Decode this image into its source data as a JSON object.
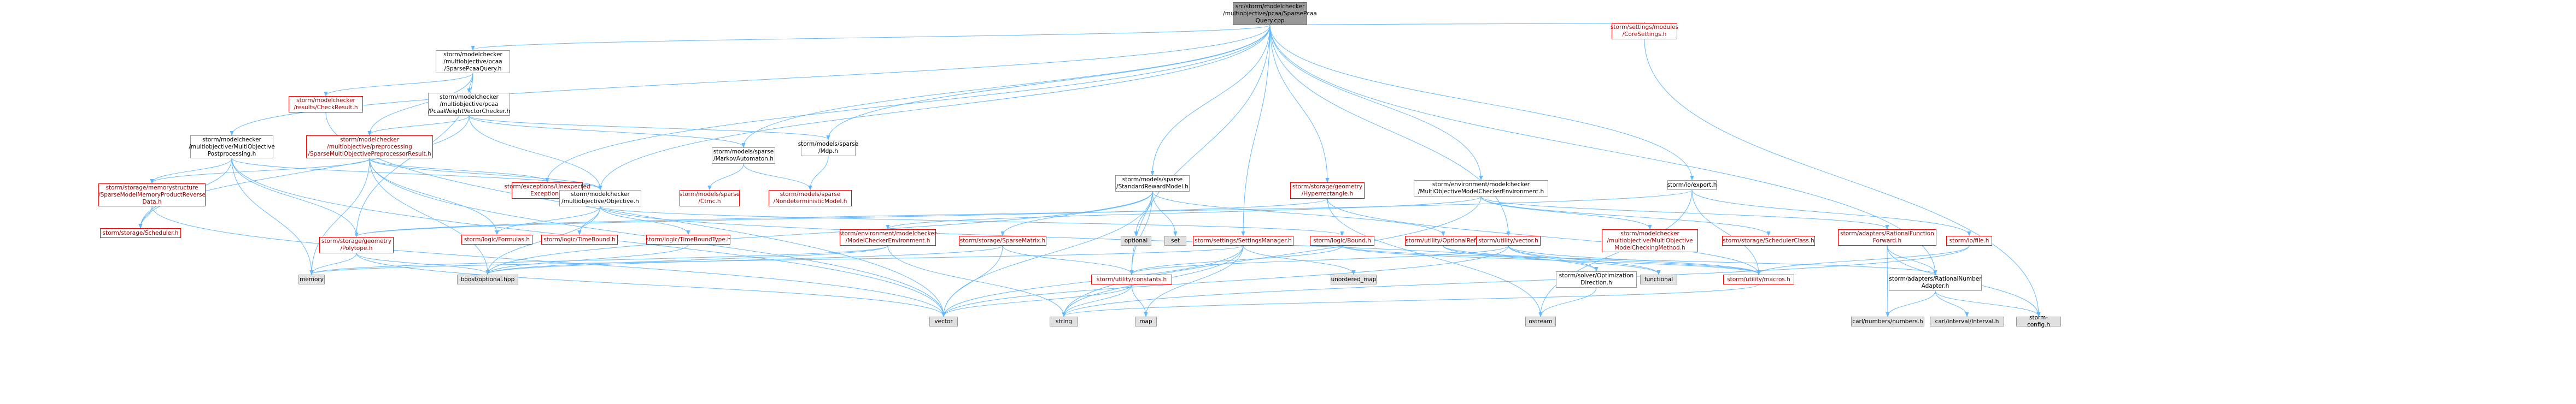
{
  "colors": {
    "edge": "#63b8ff",
    "root_fill": "#999999",
    "grey_fill": "#e0e0e0",
    "red_border": "#ff0000",
    "red_text": "#9c0000",
    "normal_border": "#999999"
  },
  "nodes": [
    {
      "id": "root",
      "label": "src/storm/modelchecker\n/multiobjective/pcaa/SparsePcaa\nQuery.cpp",
      "style": "root"
    },
    {
      "id": "sparsepcaaquery",
      "label": "storm/modelchecker\n/multiobjective/pcaa\n/SparsePcaaQuery.h",
      "style": "normal"
    },
    {
      "id": "checkresult",
      "label": "storm/modelchecker\n/results/CheckResult.h",
      "style": "red"
    },
    {
      "id": "pcaaweightvec",
      "label": "storm/modelchecker\n/multiobjective/pcaa\n/PcaaWeightVectorChecker.h",
      "style": "normal"
    },
    {
      "id": "mopost",
      "label": "storm/modelchecker\n/multiobjective/MultiObjective\nPostprocessing.h",
      "style": "normal"
    },
    {
      "id": "preprocresult",
      "label": "storm/modelchecker\n/multiobjective/preprocessing\n/SparseMultiObjectivePreprocessorResult.h",
      "style": "red"
    },
    {
      "id": "markovauto",
      "label": "storm/models/sparse\n/MarkovAutomaton.h",
      "style": "normal"
    },
    {
      "id": "mdp",
      "label": "storm/models/sparse\n/Mdp.h",
      "style": "normal"
    },
    {
      "id": "unexpectedex",
      "label": "storm/exceptions/Unexpected\nException.h",
      "style": "red"
    },
    {
      "id": "stdreward",
      "label": "storm/models/sparse\n/StandardRewardModel.h",
      "style": "normal"
    },
    {
      "id": "hyperrect",
      "label": "storm/storage/geometry\n/Hyperrectangle.h",
      "style": "red"
    },
    {
      "id": "moenv",
      "label": "storm/environment/modelchecker\n/MultiObjectiveModelCheckerEnvironment.h",
      "style": "normal"
    },
    {
      "id": "ioexport",
      "label": "storm/io/export.h",
      "style": "normal"
    },
    {
      "id": "coresettings",
      "label": "storm/settings/modules\n/CoreSettings.h",
      "style": "red"
    },
    {
      "id": "memreverse",
      "label": "storm/storage/memorystructure\n/SparseModelMemoryProductReverse\nData.h",
      "style": "red"
    },
    {
      "id": "scheduler",
      "label": "storm/storage/Scheduler.h",
      "style": "red"
    },
    {
      "id": "objective",
      "label": "storm/modelchecker\n/multiobjective/Objective.h",
      "style": "normal"
    },
    {
      "id": "ctmc",
      "label": "storm/models/sparse\n/Ctmc.h",
      "style": "red"
    },
    {
      "id": "nondet",
      "label": "storm/models/sparse\n/NondeterministicModel.h",
      "style": "red"
    },
    {
      "id": "polytope",
      "label": "storm/storage/geometry\n/Polytope.h",
      "style": "red"
    },
    {
      "id": "formulas",
      "label": "storm/logic/Formulas.h",
      "style": "red"
    },
    {
      "id": "timebound",
      "label": "storm/logic/TimeBound.h",
      "style": "red"
    },
    {
      "id": "timeboundtype",
      "label": "storm/logic/TimeBoundType.h",
      "style": "red"
    },
    {
      "id": "mcenv",
      "label": "storm/environment/modelchecker\n/ModelCheckerEnvironment.h",
      "style": "red"
    },
    {
      "id": "sparsematrix",
      "label": "storm/storage/SparseMatrix.h",
      "style": "red"
    },
    {
      "id": "optional",
      "label": "optional",
      "style": "grey"
    },
    {
      "id": "set",
      "label": "set",
      "style": "grey"
    },
    {
      "id": "settingsmgr",
      "label": "storm/settings/SettingsManager.h",
      "style": "red"
    },
    {
      "id": "logicbound",
      "label": "storm/logic/Bound.h",
      "style": "red"
    },
    {
      "id": "optionalref",
      "label": "storm/utility/OptionalRef.h",
      "style": "red"
    },
    {
      "id": "utilvector",
      "label": "storm/utility/vector.h",
      "style": "red"
    },
    {
      "id": "mcmethod",
      "label": "storm/modelchecker\n/multiobjective/MultiObjective\nModelCheckingMethod.h",
      "style": "red"
    },
    {
      "id": "schedclass",
      "label": "storm/storage/SchedulerClass.h",
      "style": "red"
    },
    {
      "id": "ratfunc",
      "label": "storm/adapters/RationalFunction\nForward.h",
      "style": "red"
    },
    {
      "id": "iofile",
      "label": "storm/io/file.h",
      "style": "red"
    },
    {
      "id": "memory",
      "label": "memory",
      "style": "grey"
    },
    {
      "id": "boostopt",
      "label": "boost/optional.hpp",
      "style": "grey"
    },
    {
      "id": "constants",
      "label": "storm/utility/constants.h",
      "style": "red"
    },
    {
      "id": "unorderedmap",
      "label": "unordered_map",
      "style": "grey"
    },
    {
      "id": "optdir",
      "label": "storm/solver/Optimization\nDirection.h",
      "style": "normal"
    },
    {
      "id": "functional",
      "label": "functional",
      "style": "grey"
    },
    {
      "id": "macros",
      "label": "storm/utility/macros.h",
      "style": "red"
    },
    {
      "id": "ratnum",
      "label": "storm/adapters/RationalNumber\nAdapter.h",
      "style": "normal"
    },
    {
      "id": "vector",
      "label": "vector",
      "style": "grey"
    },
    {
      "id": "string",
      "label": "string",
      "style": "grey"
    },
    {
      "id": "map",
      "label": "map",
      "style": "grey"
    },
    {
      "id": "ostream",
      "label": "ostream",
      "style": "grey"
    },
    {
      "id": "carlnumbers",
      "label": "carl/numbers/numbers.h",
      "style": "grey"
    },
    {
      "id": "carlinterval",
      "label": "carl/interval/Interval.h",
      "style": "grey"
    },
    {
      "id": "stormconfig",
      "label": "storm-config.h",
      "style": "grey"
    }
  ],
  "edges": [
    [
      "root",
      "sparsepcaaquery"
    ],
    [
      "root",
      "mopost"
    ],
    [
      "root",
      "objective"
    ],
    [
      "root",
      "unexpectedex"
    ],
    [
      "root",
      "markovauto"
    ],
    [
      "root",
      "mdp"
    ],
    [
      "root",
      "stdreward"
    ],
    [
      "root",
      "settingsmgr"
    ],
    [
      "root",
      "hyperrect"
    ],
    [
      "root",
      "moenv"
    ],
    [
      "root",
      "ioexport"
    ],
    [
      "root",
      "coresettings"
    ],
    [
      "root",
      "constants"
    ],
    [
      "root",
      "utilvector"
    ],
    [
      "root",
      "ratnum"
    ],
    [
      "sparsepcaaquery",
      "checkresult"
    ],
    [
      "sparsepcaaquery",
      "pcaaweightvec"
    ],
    [
      "sparsepcaaquery",
      "preprocresult"
    ],
    [
      "sparsepcaaquery",
      "polytope"
    ],
    [
      "checkresult",
      "vector"
    ],
    [
      "pcaaweightvec",
      "preprocresult"
    ],
    [
      "pcaaweightvec",
      "objective"
    ],
    [
      "pcaaweightvec",
      "markovauto"
    ],
    [
      "pcaaweightvec",
      "mdp"
    ],
    [
      "pcaaweightvec",
      "scheduler"
    ],
    [
      "mopost",
      "memreverse"
    ],
    [
      "mopost",
      "objective"
    ],
    [
      "mopost",
      "polytope"
    ],
    [
      "mopost",
      "scheduler"
    ],
    [
      "mopost",
      "memory"
    ],
    [
      "mopost",
      "vector"
    ],
    [
      "preprocresult",
      "memreverse"
    ],
    [
      "preprocresult",
      "objective"
    ],
    [
      "preprocresult",
      "unexpectedex"
    ],
    [
      "preprocresult",
      "formulas"
    ],
    [
      "preprocresult",
      "boostopt"
    ],
    [
      "preprocresult",
      "vector"
    ],
    [
      "preprocresult",
      "memory"
    ],
    [
      "markovauto",
      "ctmc"
    ],
    [
      "markovauto",
      "nondet"
    ],
    [
      "mdp",
      "nondet"
    ],
    [
      "memreverse",
      "scheduler"
    ],
    [
      "memreverse",
      "vector"
    ],
    [
      "objective",
      "formulas"
    ],
    [
      "objective",
      "timebound"
    ],
    [
      "objective",
      "timeboundtype"
    ],
    [
      "objective",
      "boostopt"
    ],
    [
      "objective",
      "optdir"
    ],
    [
      "objective",
      "logicbound"
    ],
    [
      "stdreward",
      "sparsematrix"
    ],
    [
      "stdreward",
      "optional"
    ],
    [
      "stdreward",
      "set"
    ],
    [
      "stdreward",
      "optionalref"
    ],
    [
      "stdreward",
      "constants"
    ],
    [
      "stdreward",
      "vector"
    ],
    [
      "stdreward",
      "boostopt"
    ],
    [
      "hyperrect",
      "polytope"
    ],
    [
      "hyperrect",
      "macros"
    ],
    [
      "hyperrect",
      "ostream"
    ],
    [
      "moenv",
      "mcenv"
    ],
    [
      "moenv",
      "mcmethod"
    ],
    [
      "moenv",
      "schedclass"
    ],
    [
      "moenv",
      "ratfunc"
    ],
    [
      "moenv",
      "string"
    ],
    [
      "ioexport",
      "iofile"
    ],
    [
      "ioexport",
      "ostream"
    ],
    [
      "ioexport",
      "macros"
    ],
    [
      "ioexport",
      "polytope"
    ],
    [
      "coresettings",
      "stormconfig"
    ],
    [
      "polytope",
      "boostopt"
    ],
    [
      "polytope",
      "vector"
    ],
    [
      "polytope",
      "memory"
    ],
    [
      "timeboundtype",
      "boostopt"
    ],
    [
      "mcenv",
      "memory"
    ],
    [
      "mcenv",
      "boostopt"
    ],
    [
      "mcenv",
      "string"
    ],
    [
      "sparsematrix",
      "boostopt"
    ],
    [
      "sparsematrix",
      "constants"
    ],
    [
      "sparsematrix",
      "vector"
    ],
    [
      "settingsmgr",
      "memory"
    ],
    [
      "settingsmgr",
      "unorderedmap"
    ],
    [
      "settingsmgr",
      "map"
    ],
    [
      "settingsmgr",
      "vector"
    ],
    [
      "settingsmgr",
      "string"
    ],
    [
      "logicbound",
      "constants"
    ],
    [
      "logicbound",
      "ratnum"
    ],
    [
      "logicbound",
      "macros"
    ],
    [
      "optionalref",
      "macros"
    ],
    [
      "optionalref",
      "functional"
    ],
    [
      "utilvector",
      "constants"
    ],
    [
      "utilvector",
      "macros"
    ],
    [
      "utilvector",
      "optdir"
    ],
    [
      "utilvector",
      "functional"
    ],
    [
      "utilvector",
      "vector"
    ],
    [
      "ratfunc",
      "ratnum"
    ],
    [
      "ratfunc",
      "carlnumbers"
    ],
    [
      "ratfunc",
      "stormconfig"
    ],
    [
      "iofile",
      "macros"
    ],
    [
      "iofile",
      "string"
    ],
    [
      "constants",
      "vector"
    ],
    [
      "constants",
      "string"
    ],
    [
      "constants",
      "map"
    ],
    [
      "optdir",
      "ostream"
    ],
    [
      "macros",
      "string"
    ],
    [
      "ratnum",
      "carlnumbers"
    ],
    [
      "ratnum",
      "carlinterval"
    ],
    [
      "ratnum",
      "stormconfig"
    ]
  ]
}
